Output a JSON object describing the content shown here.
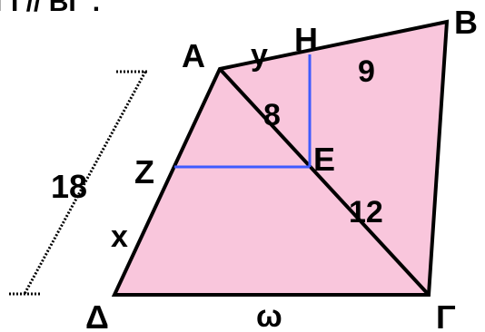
{
  "caption_fragment": "ΓΙ // ΒΓ .",
  "colors": {
    "fill": "#f9c6dc",
    "edge": "#000000",
    "parallel_segment": "#3f5bff",
    "dim_line": "#000000"
  },
  "points": {
    "A": "Α",
    "B": "Β",
    "Gamma": "Γ",
    "Delta": "Δ",
    "H": "Η",
    "E": "Ε",
    "Z": "Ζ"
  },
  "segment_labels": {
    "AH": "y",
    "HB": "9",
    "AE": "8",
    "EGamma": "12",
    "side_AD": "18",
    "ZD": "x",
    "DGamma": "ω"
  }
}
